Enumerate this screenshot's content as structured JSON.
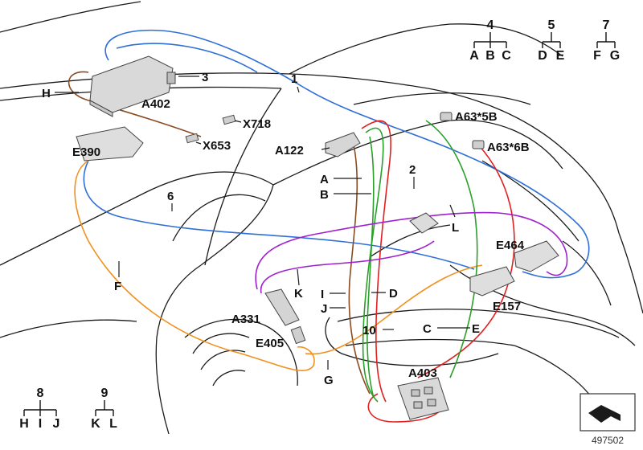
{
  "colors": {
    "blue": "#2f6fd6",
    "brown": "#8a4b1f",
    "orange": "#f0901e",
    "red": "#e02020",
    "green": "#2aa02a",
    "purple": "#a020d0",
    "line": "#1a1a1a"
  },
  "labels": {
    "n1": "1",
    "n2": "2",
    "n3": "3",
    "n6": "6",
    "n10": "10",
    "A": "A",
    "B": "B",
    "C": "C",
    "D": "D",
    "E": "E",
    "F": "F",
    "G": "G",
    "H": "H",
    "I": "I",
    "J": "J",
    "K": "K",
    "L": "L",
    "A402": "A402",
    "X718": "X718",
    "X653": "X653",
    "E390": "E390",
    "A122": "A122",
    "A63_5B": "A63*5B",
    "A63_6B": "A63*6B",
    "E464": "E464",
    "E157": "E157",
    "A331": "A331",
    "E405": "E405",
    "A403": "A403"
  },
  "trees": [
    {
      "root": "4",
      "children": [
        "A",
        "B",
        "C"
      ]
    },
    {
      "root": "5",
      "children": [
        "D",
        "E"
      ]
    },
    {
      "root": "7",
      "children": [
        "F",
        "G"
      ]
    },
    {
      "root": "8",
      "children": [
        "H",
        "I",
        "J"
      ]
    },
    {
      "root": "9",
      "children": [
        "K",
        "L"
      ]
    }
  ],
  "reference": {
    "number": "497502"
  }
}
